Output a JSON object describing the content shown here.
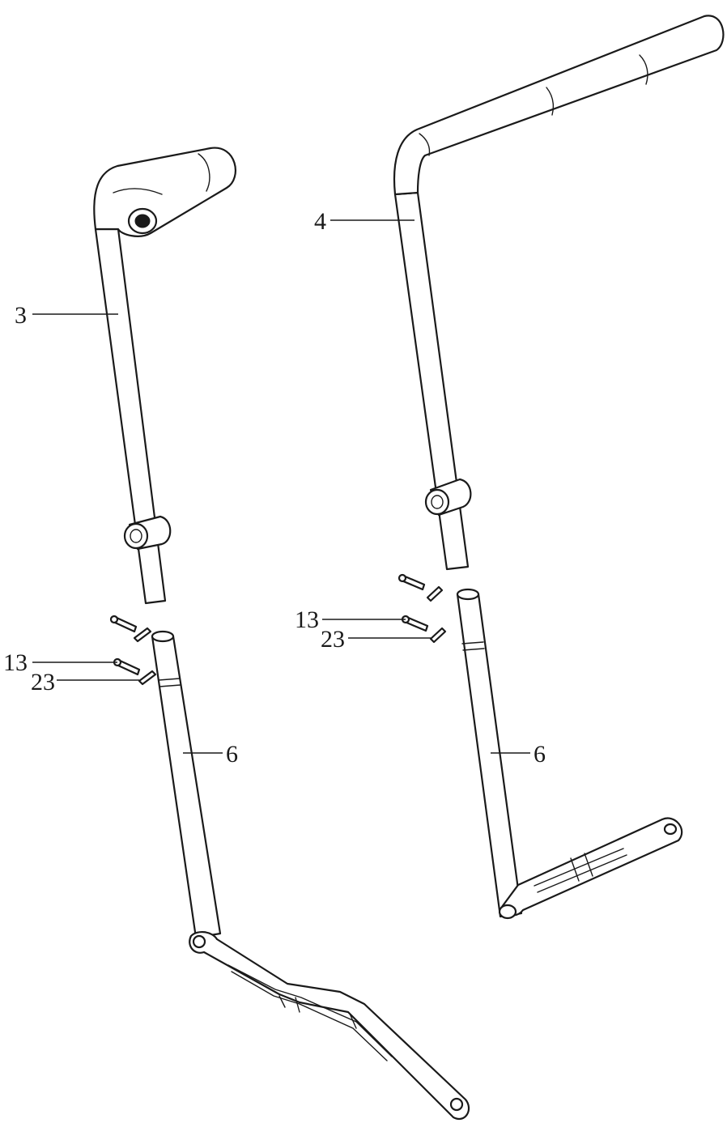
{
  "callouts": {
    "left_handle": "3",
    "left_bolt": "13",
    "left_pin": "23",
    "left_lower_tube": "6",
    "right_handle": "4",
    "right_bolt": "13",
    "right_pin": "23",
    "right_lower_tube": "6"
  }
}
